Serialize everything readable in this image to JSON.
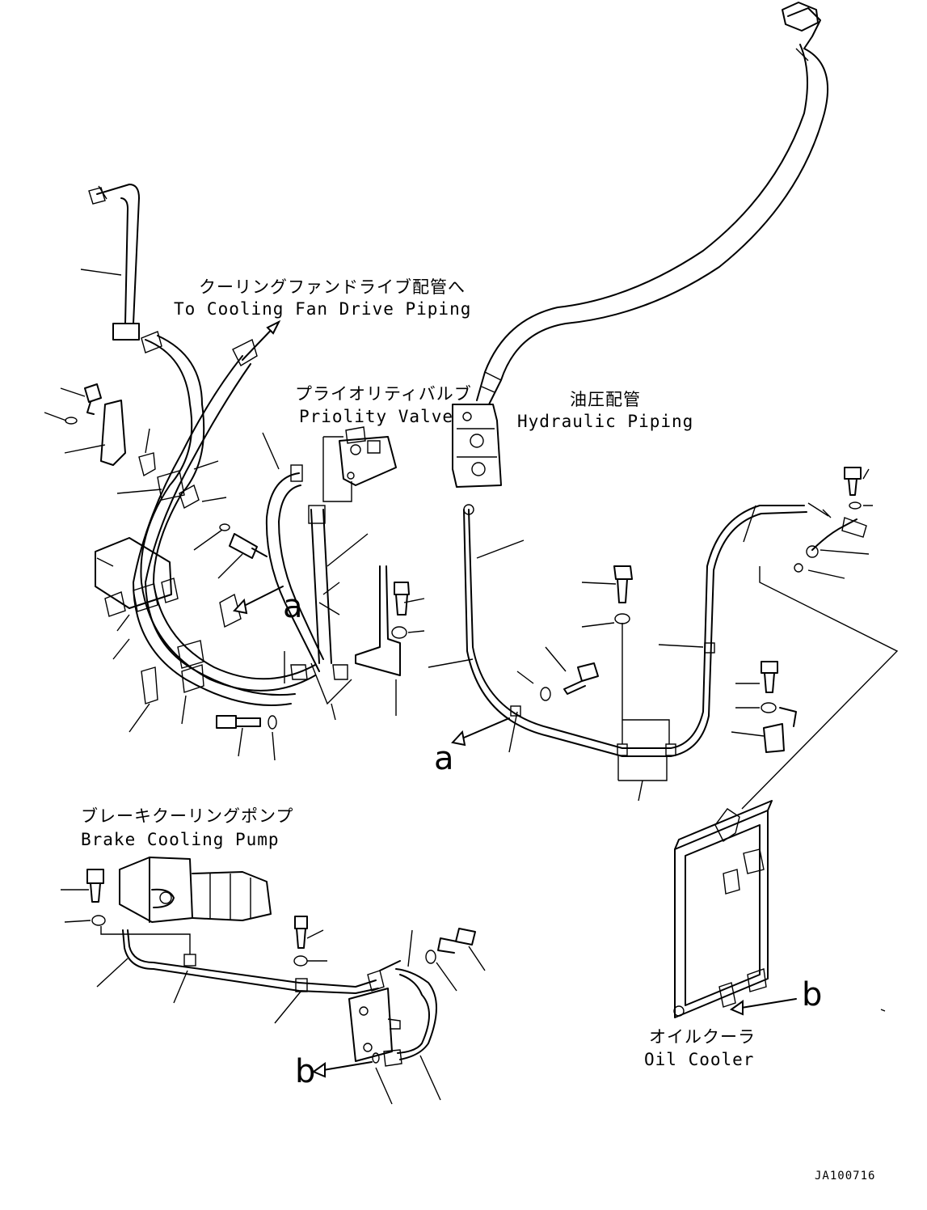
{
  "labels": {
    "cooling_fan_jp": "クーリングファンドライブ配管へ",
    "cooling_fan_en": "To Cooling Fan Drive Piping",
    "priority_valve_jp": "プライオリティバルブ",
    "priority_valve_en": "Priolity Valve",
    "hydraulic_jp": "油圧配管",
    "hydraulic_en": "Hydraulic Piping",
    "brake_pump_jp": "ブレーキクーリングポンプ",
    "brake_pump_en": "Brake Cooling Pump",
    "oil_cooler_jp": "オイルクーラ",
    "oil_cooler_en": "Oil Cooler"
  },
  "callouts": {
    "a1": "a",
    "a2": "a",
    "b1": "b",
    "b2": "b"
  },
  "drawing_code": "JA100716"
}
